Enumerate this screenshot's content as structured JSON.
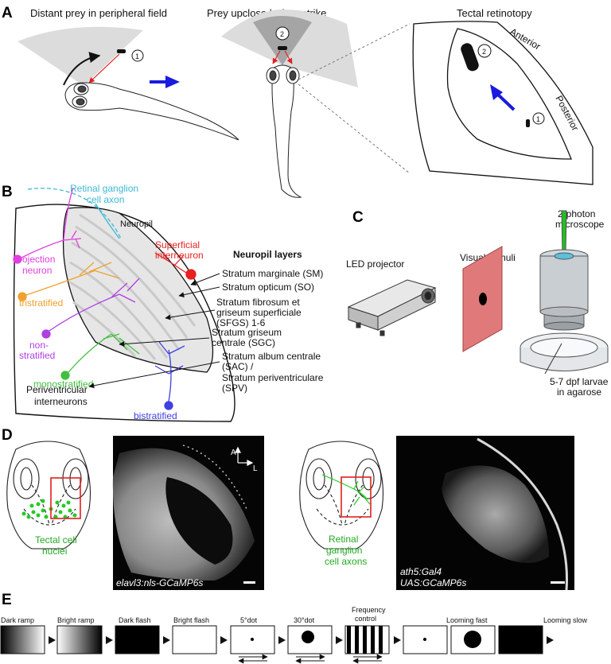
{
  "panel_labels": {
    "a": "A",
    "b": "B",
    "c": "C",
    "d": "D",
    "e": "E"
  },
  "panel_a": {
    "title1": "Distant prey in peripheral field",
    "title2": "Prey upclose before strike",
    "title3": "Tectal retinotopy",
    "marker1": "1",
    "marker2": "2",
    "anterior": "Anterior",
    "posterior": "Posterior"
  },
  "panel_b": {
    "rgc_axon_1": "Retinal ganglion",
    "rgc_axon_2": "cell axon",
    "neuropil": "Neuropil",
    "superficial_1": "Superficial",
    "superficial_2": "interneuron",
    "projection_1": "Projection",
    "projection_2": "neuron",
    "tristratified": "tristratified",
    "nonstrat_1": "non-",
    "nonstrat_2": "stratified",
    "monostratified": "monostratified",
    "bistratified": "bistratified",
    "periv_1": "Periventricular",
    "periv_2": "interneurons",
    "layers_title": "Neuropil layers",
    "sm": "Stratum marginale (SM)",
    "so": "Stratum opticum (SO)",
    "sfgs_1": "Stratum fibrosum et",
    "sfgs_2": "griseum superficiale",
    "sfgs_3": "(SFGS) 1-6",
    "sgc_1": "Stratum griseum",
    "sgc_2": "centrale (SGC)",
    "sac_1": "Stratum album centrale",
    "sac_2": "(SAC) /",
    "sac_3": "Stratum periventriculare",
    "sac_4": "(SPV)",
    "colors": {
      "rgc": "#3bb8d4",
      "projection": "#e040e0",
      "superficial": "#e82020",
      "tristratified": "#f0a030",
      "nonstratified": "#b040e0",
      "monostratified": "#40c040",
      "bistratified": "#4040e0"
    }
  },
  "panel_c": {
    "led": "LED projector",
    "stimuli": "Visual stimuli",
    "microscope_1": "2-photon",
    "microscope_2": "microscope",
    "larvae_1": "5-7 dpf larvae",
    "larvae_2": "in agarose"
  },
  "panel_d": {
    "left_label_1": "Tectal cell",
    "left_label_2": "nuclei",
    "left_line": "elavl3:nls-GCaMP6s",
    "axis_a": "A",
    "axis_l": "L",
    "right_label_1": "Retinal",
    "right_label_2": "ganglion",
    "right_label_3": "cell axons",
    "right_line_1": "ath5:Gal4",
    "right_line_2": "UAS:GCaMP6s"
  },
  "panel_e": {
    "stimuli": [
      {
        "label": "Dark ramp"
      },
      {
        "label": "Bright ramp"
      },
      {
        "label": "Dark flash"
      },
      {
        "label": "Bright flash"
      },
      {
        "label": "5°dot"
      },
      {
        "label": "30°dot"
      },
      {
        "label": "Frequency control"
      },
      {
        "label": "Looming fast"
      },
      {
        "label": "Looming slow"
      }
    ]
  }
}
